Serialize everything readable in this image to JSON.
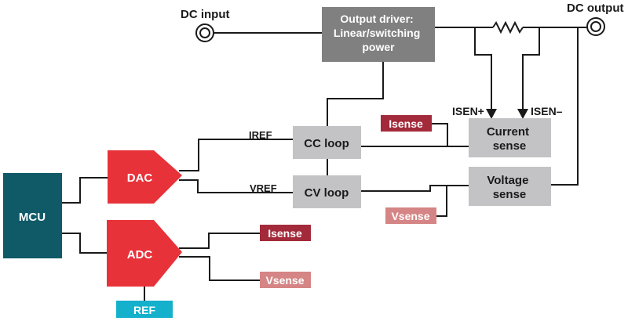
{
  "diagram": {
    "colors": {
      "mcu": "#0f5a66",
      "converter": "#e8323a",
      "gray_block": "#c3c3c5",
      "driver_block": "#808080",
      "isense_tag": "#a32a3a",
      "vsense_tag": "#d58585",
      "ref_tag": "#15b1cc",
      "wire": "#1a1a1a"
    },
    "terminals": {
      "dc_input": "DC input",
      "dc_output": "DC output"
    },
    "blocks": {
      "output_driver": [
        "Output driver:",
        "Linear/switching",
        "power"
      ],
      "cc_loop": "CC loop",
      "cv_loop": "CV loop",
      "current_sense": [
        "Current",
        "sense"
      ],
      "voltage_sense": [
        "Voltage",
        "sense"
      ],
      "mcu": "MCU",
      "dac": "DAC",
      "adc": "ADC"
    },
    "signals": {
      "iref": "IREF",
      "vref": "VREF",
      "isen_plus": "ISEN+",
      "isen_minus": "ISEN–"
    },
    "tags": {
      "isense_top": "Isense",
      "vsense_mid": "Vsense",
      "isense_adc": "Isense",
      "vsense_adc": "Vsense",
      "ref": "REF"
    }
  }
}
